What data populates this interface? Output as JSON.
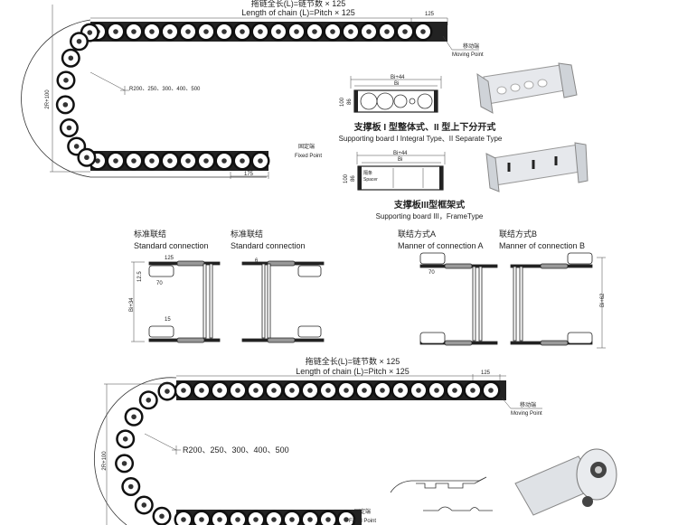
{
  "top_chain": {
    "title_cn": "拖链全长(L)=链节数 × 125",
    "title_en": "Length of chain (L)=Pitch × 125",
    "pitch": "125",
    "height_dim": "2R+100",
    "radius": "R200、250、300、400、500",
    "moving_cn": "移动端",
    "moving_en": "Moving Point",
    "fixed_cn": "固定端",
    "fixed_en": "Fixed Point",
    "end_dim": "175"
  },
  "board1": {
    "dim_outer": "Bi+44",
    "dim_inner": "Bi",
    "h_outer": "100",
    "h_inner": "86",
    "title_cn": "支撑板 I 型整体式、II 型上下分开式",
    "title_en": "Supporting board I Integral Type、II Separate Type"
  },
  "board3": {
    "dim_outer": "Bi+44",
    "dim_inner": "Bi",
    "h_outer": "100",
    "h_inner": "86",
    "spacer_cn": "隔条",
    "spacer_en": "Spacer",
    "title_cn": "支撑板III型框架式",
    "title_en": "Supporting board III，FrameType"
  },
  "connections": [
    {
      "cn": "标准联结",
      "en": "Standard connection"
    },
    {
      "cn": "标准联结",
      "en": "Standard connection"
    },
    {
      "cn": "联结方式A",
      "en": "Manner of connection A"
    },
    {
      "cn": "联结方式B",
      "en": "Manner of connection B"
    }
  ],
  "conn_dims": {
    "d125": "125",
    "d12_5": "12.5",
    "d70": "70",
    "d15": "15",
    "bi34": "Bi+34",
    "d6": "6",
    "d70b": "70",
    "bi62": "Bi+62"
  },
  "bottom_chain": {
    "title_cn": "拖链全长(L)=链节数 × 125",
    "title_en": "Length of chain (L)=Pitch × 125",
    "pitch": "125",
    "height_dim": "2R+100",
    "radius": "R200、250、300、400、500",
    "moving_cn": "移动端",
    "moving_en": "Moving Point",
    "fixed_cn": "固定端",
    "fixed_en": "Fixed Point"
  }
}
